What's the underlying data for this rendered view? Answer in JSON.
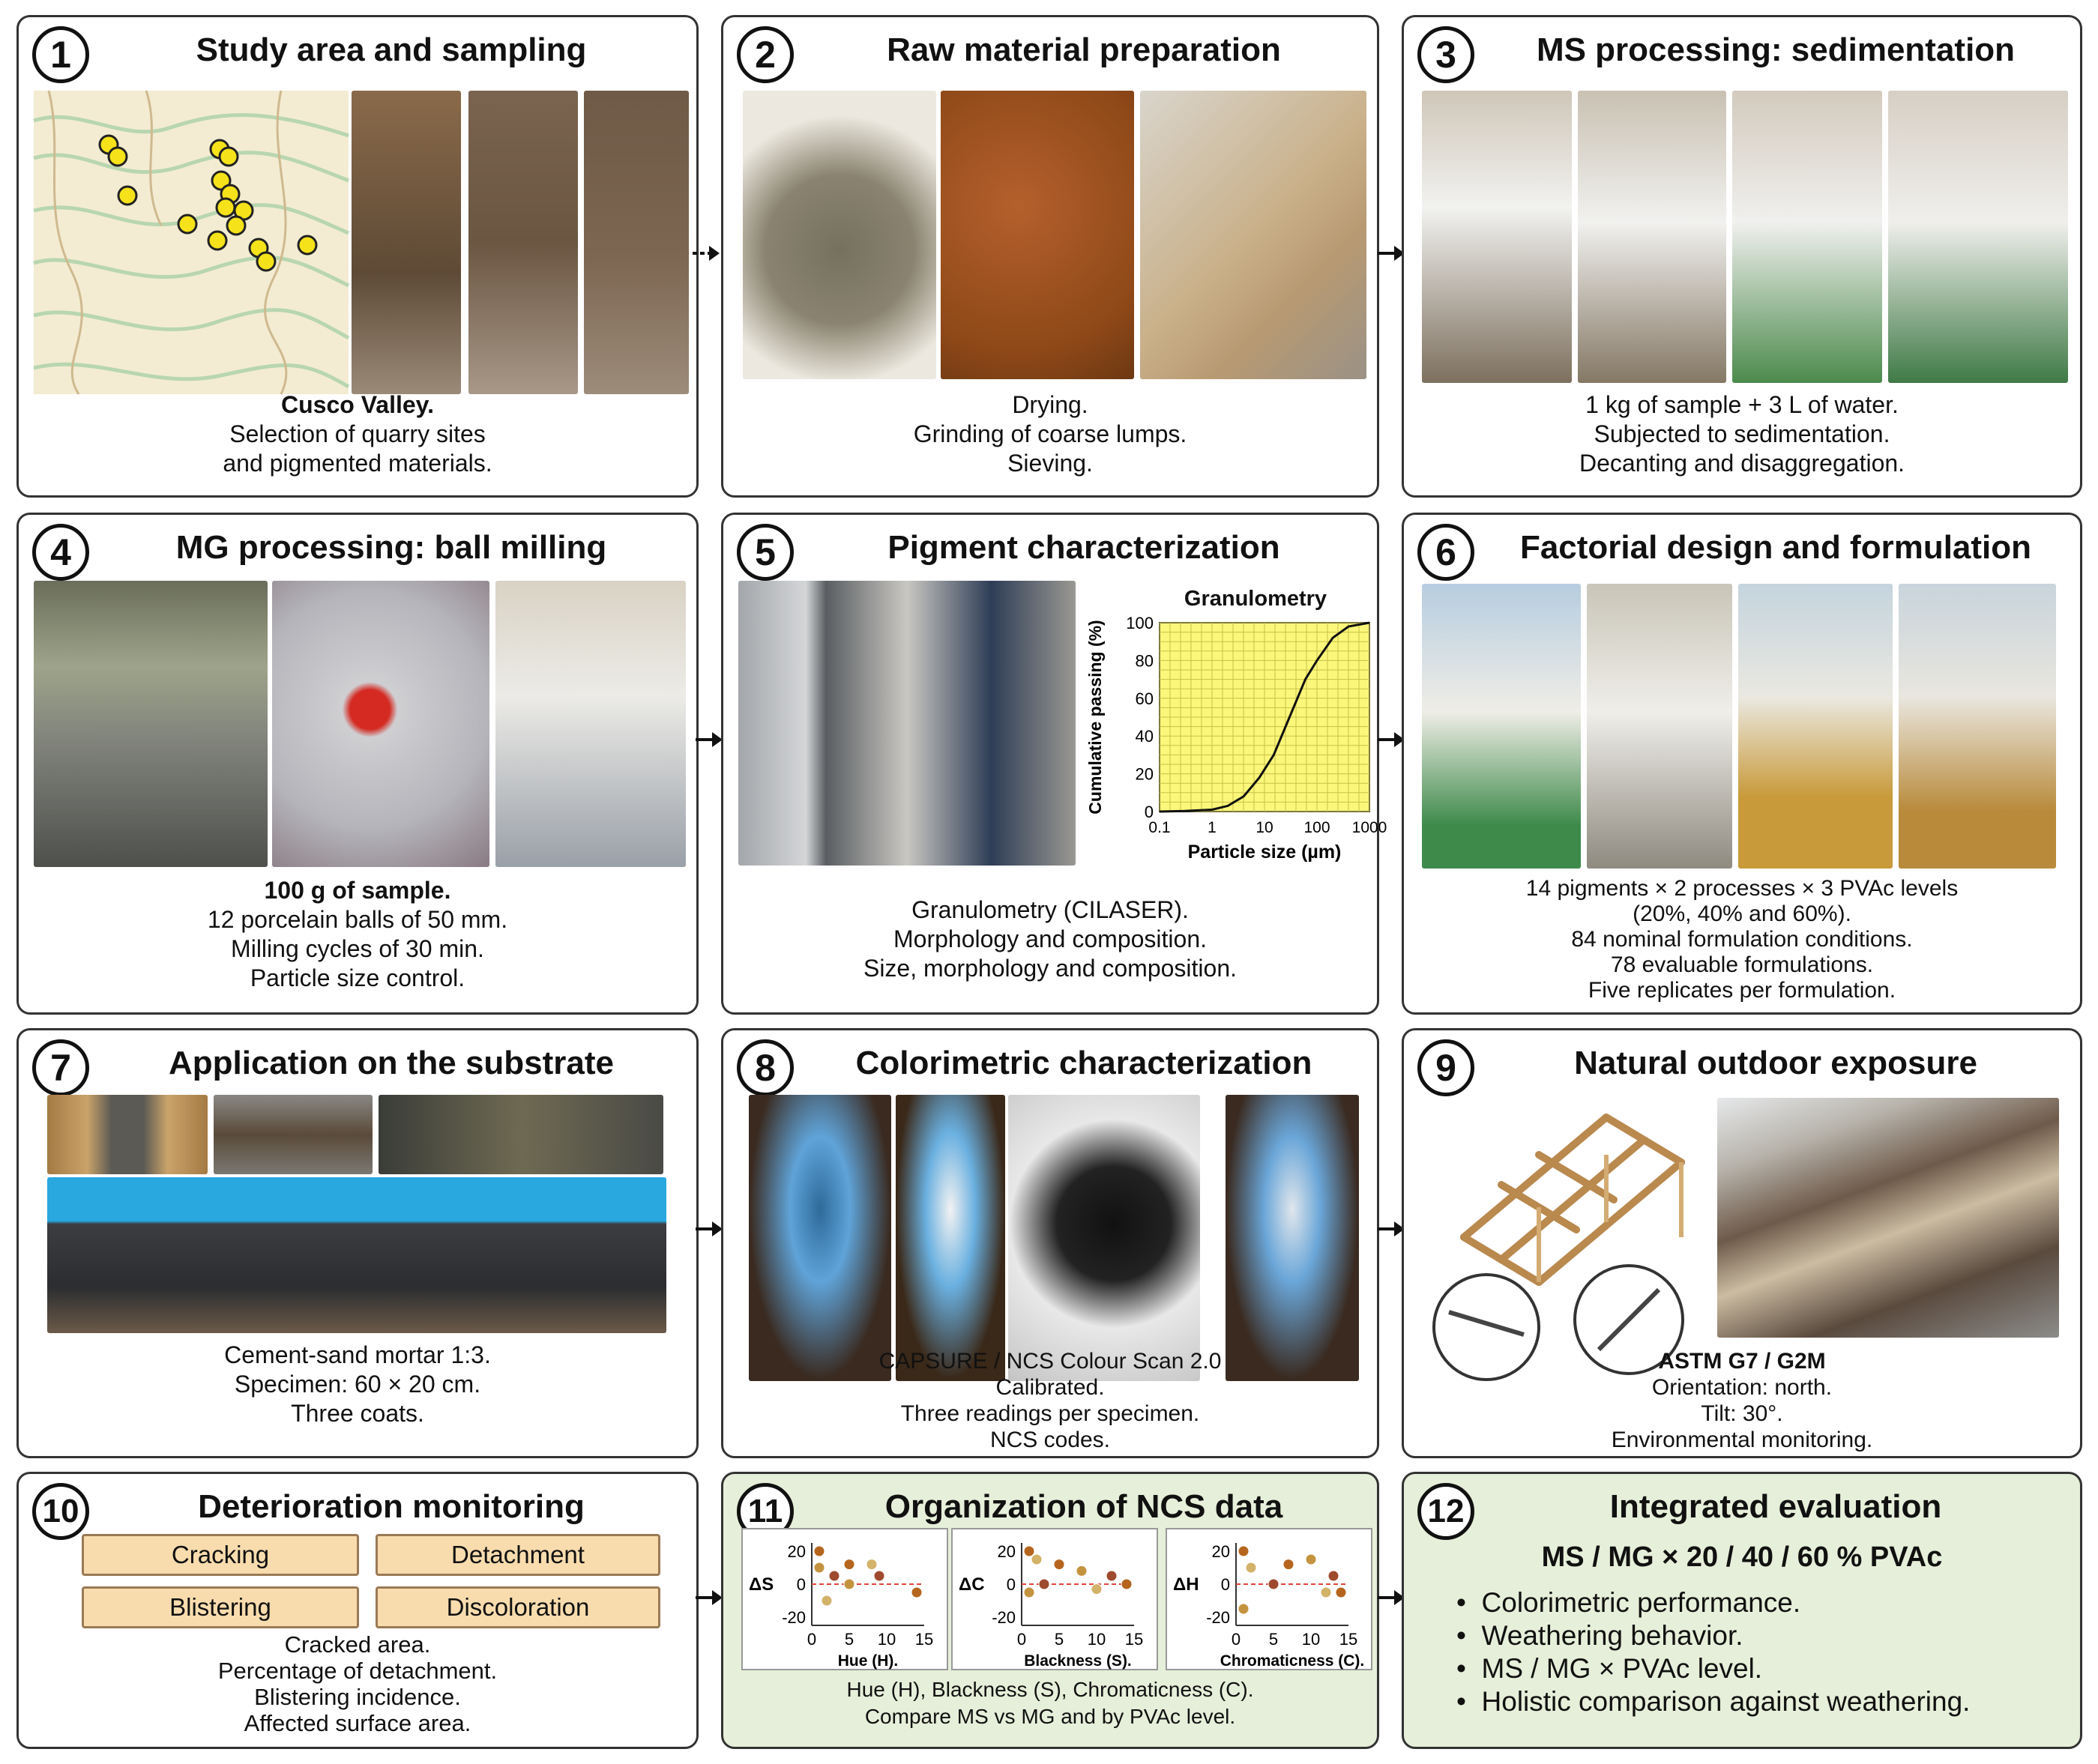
{
  "panels": [
    {
      "num": "1",
      "title": "Study area and sampling",
      "caption": [
        "Cusco Valley.",
        "Selection of quarry sites",
        "and pigmented materials."
      ]
    },
    {
      "num": "2",
      "title": "Raw material preparation",
      "caption": [
        "Drying.",
        "Grinding of coarse lumps.",
        "Sieving."
      ]
    },
    {
      "num": "3",
      "title": "MS processing: sedimentation",
      "caption": [
        "1 kg of sample + 3 L of water.",
        "Subjected to sedimentation.",
        "Decanting and disaggregation."
      ]
    },
    {
      "num": "4",
      "title": "MG processing: ball milling",
      "caption": [
        "100 g of sample.",
        "12 porcelain balls of 50 mm.",
        "Milling cycles of 30 min.",
        "Particle size control."
      ]
    },
    {
      "num": "5",
      "title": "Pigment characterization",
      "caption": [
        "Granulometry (CILASER).",
        "Morphology and composition.",
        "Size, morphology and composition."
      ]
    },
    {
      "num": "6",
      "title": "Factorial design and formulation",
      "caption": [
        "14 pigments × 2 processes × 3 PVAc levels",
        "(20%, 40% and 60%).",
        "84 nominal formulation conditions.",
        "78 evaluable formulations.",
        "Five replicates per formulation."
      ]
    },
    {
      "num": "7",
      "title": "Application on the substrate",
      "caption": [
        "Cement-sand mortar 1:3.",
        "Specimen: 60 × 20 cm.",
        "Three coats."
      ]
    },
    {
      "num": "8",
      "title": "Colorimetric characterization",
      "caption": [
        "CAPSURE / NCS Colour Scan 2.0",
        "Calibrated.",
        "Three readings per specimen.",
        "NCS codes."
      ]
    },
    {
      "num": "9",
      "title": "Natural outdoor exposure",
      "caption": [
        "ASTM G7 / G2M",
        "Orientation: north.",
        "Tilt: 30°.",
        "Environmental monitoring."
      ]
    },
    {
      "num": "10",
      "title": "Deterioration monitoring",
      "caption": [
        "Cracked area.",
        "Percentage of detachment.",
        "Blistering incidence.",
        "Affected surface area."
      ]
    },
    {
      "num": "11",
      "title": "Organization of NCS data",
      "caption": [
        "Hue (H), Blackness (S), Chromaticness (C).",
        "Compare MS vs MG and by PVAc level."
      ]
    },
    {
      "num": "12",
      "title": "Integrated evaluation",
      "caption": []
    }
  ],
  "deterioration_chips": [
    "Cracking",
    "Detachment",
    "Blistering",
    "Discoloration"
  ],
  "evaluation": {
    "subtitle": "MS / MG × 20 / 40 / 60 % PVAc",
    "bullets": [
      "Colorimetric performance.",
      "Weathering behavior.",
      "MS / MG  ×  PVAc level.",
      "Holistic comparison against weathering."
    ]
  },
  "chart_data": [
    {
      "type": "line",
      "title": "Granulometry",
      "xlabel": "Particle size (µm)",
      "ylabel": "Cumulative passing (%)",
      "xscale": "log",
      "xlim": [
        0.1,
        1000
      ],
      "ylim": [
        0,
        100
      ],
      "xticks": [
        "0.1",
        "1",
        "10",
        "100",
        "1000"
      ],
      "yticks": [
        "0",
        "20",
        "40",
        "60",
        "80",
        "100"
      ],
      "x": [
        0.1,
        0.3,
        1,
        2,
        4,
        8,
        15,
        30,
        60,
        100,
        200,
        400,
        1000
      ],
      "y": [
        0,
        0.3,
        1,
        3,
        8,
        18,
        30,
        50,
        70,
        80,
        92,
        98,
        100
      ],
      "grid": true,
      "background": "#fbf77a"
    },
    {
      "type": "scatter",
      "ylabel": "ΔS",
      "xlabel": "Hue (H).",
      "xticks": [
        "0",
        "5",
        "10",
        "15"
      ],
      "yticks": [
        "20",
        "0",
        "-20"
      ],
      "xlim": [
        0,
        15
      ],
      "ylim": [
        -25,
        25
      ],
      "x": [
        1,
        1,
        2,
        3,
        5,
        5,
        8,
        9,
        14
      ],
      "y": [
        20,
        10,
        -10,
        5,
        12,
        0,
        12,
        5,
        -5
      ],
      "reference_line": 0
    },
    {
      "type": "scatter",
      "ylabel": "ΔC",
      "xlabel": "Blackness (S).",
      "xticks": [
        "0",
        "5",
        "10",
        "15"
      ],
      "yticks": [
        "20",
        "0",
        "-20"
      ],
      "xlim": [
        0,
        15
      ],
      "ylim": [
        -25,
        25
      ],
      "x": [
        1,
        1,
        2,
        3,
        5,
        8,
        10,
        12,
        14
      ],
      "y": [
        20,
        -5,
        15,
        0,
        12,
        8,
        -3,
        5,
        0
      ],
      "reference_line": 0
    },
    {
      "type": "scatter",
      "ylabel": "ΔH",
      "xlabel": "Chromaticness (C).",
      "xticks": [
        "0",
        "5",
        "10",
        "15"
      ],
      "yticks": [
        "20",
        "0",
        "-20"
      ],
      "xlim": [
        0,
        15
      ],
      "ylim": [
        -25,
        25
      ],
      "x": [
        1,
        1,
        2,
        5,
        7,
        10,
        12,
        13,
        14
      ],
      "y": [
        20,
        -15,
        10,
        0,
        12,
        15,
        -5,
        5,
        -5
      ],
      "reference_line": 0
    }
  ]
}
